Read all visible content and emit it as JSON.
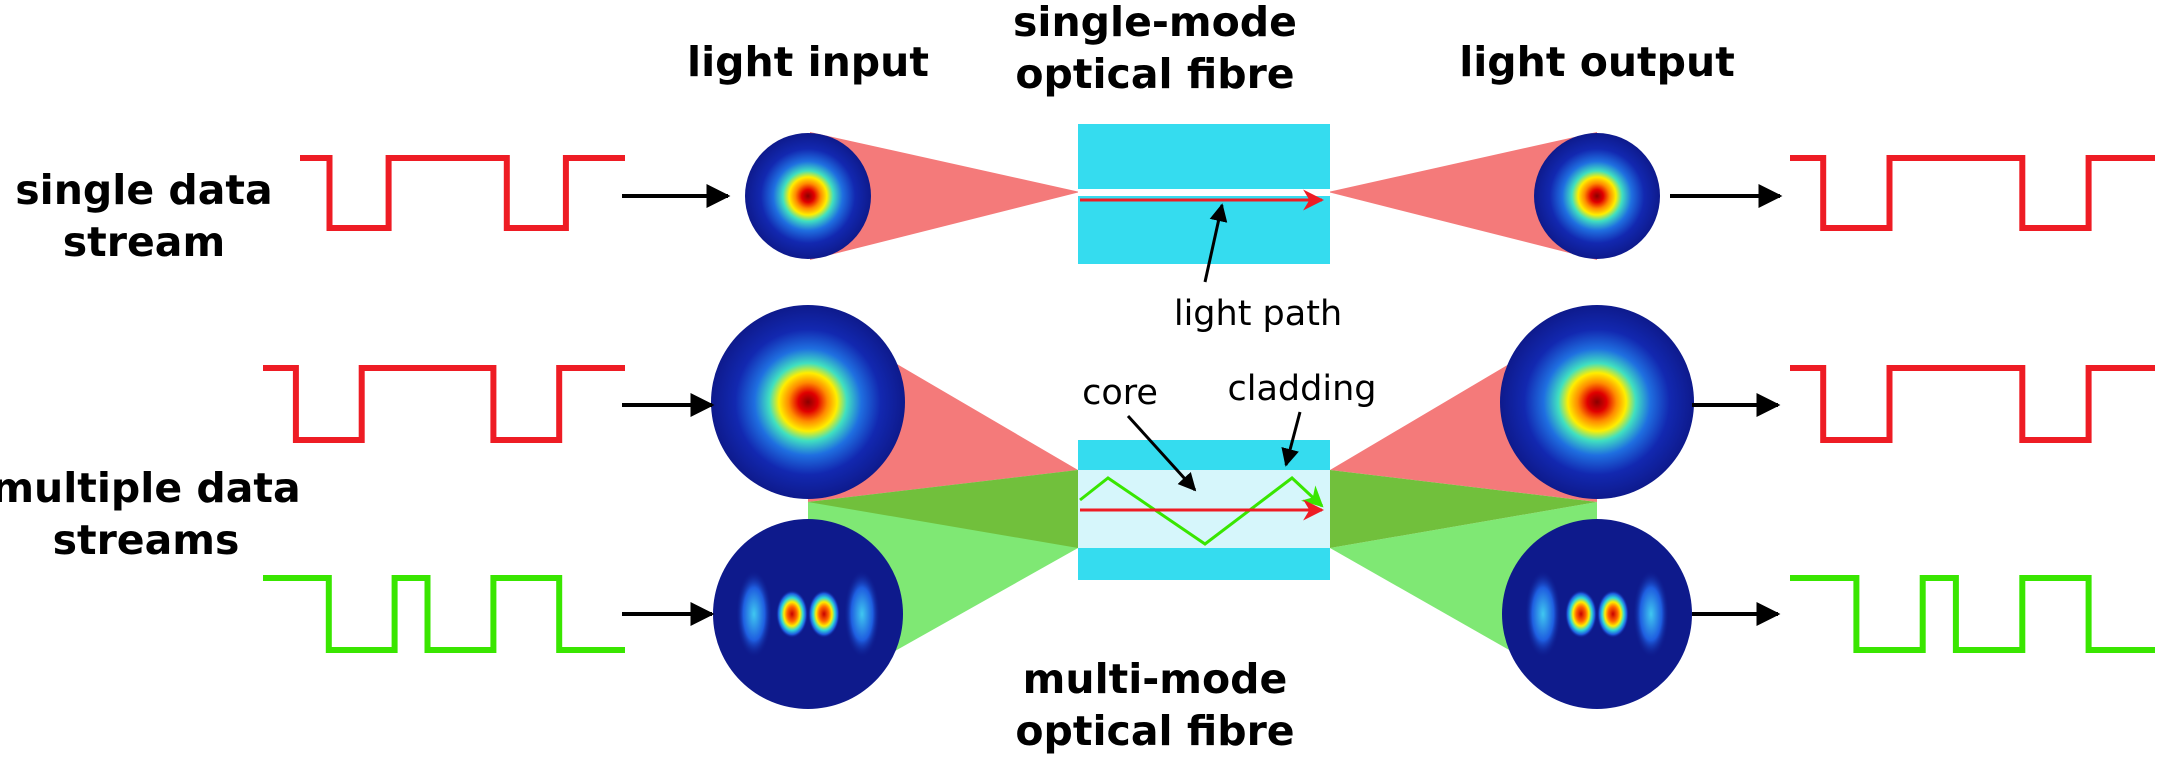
{
  "headers": {
    "light_input": "light input",
    "single_mode_1": "single-mode",
    "single_mode_2": "optical fibre",
    "light_output": "light output",
    "multi_mode_1": "multi-mode",
    "multi_mode_2": "optical fibre"
  },
  "rows": {
    "single_1": "single data",
    "single_2": "stream",
    "multiple_1": "multiple data",
    "multiple_2": "streams"
  },
  "annotations": {
    "light_path": "light path",
    "core": "core",
    "cladding": "cladding"
  },
  "colors": {
    "red_signal": "#ee1c24",
    "green_signal": "#39e600",
    "fibre_cladding": "#35dcef",
    "fibre_core": "#d6f6fb",
    "cone_red": "#f47a7a",
    "cone_green": "#7fe874",
    "cone_overlap": "#71c03c",
    "mode_edge": "#0e1a8c"
  },
  "data_streams": {
    "single_red": [
      0,
      1,
      1,
      0,
      0,
      0,
      0,
      1,
      1,
      0,
      0
    ],
    "multi_red": [
      0,
      1,
      1,
      0,
      0,
      0,
      0,
      1,
      1,
      0,
      0
    ],
    "multi_green": [
      0,
      0,
      1,
      1,
      0,
      1,
      1,
      0,
      0,
      1,
      1
    ]
  },
  "icons": [
    "arrow-right-icon",
    "gaussian-mode-icon",
    "two-lobe-mode-icon"
  ]
}
